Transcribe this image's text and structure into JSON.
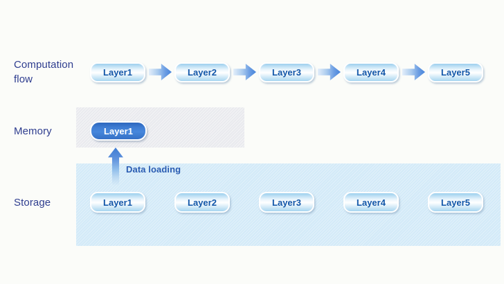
{
  "labels": {
    "computation_flow": "Computation flow",
    "memory": "Memory",
    "storage": "Storage",
    "data_loading": "Data loading"
  },
  "flow": {
    "layers": [
      "Layer1",
      "Layer2",
      "Layer3",
      "Layer4",
      "Layer5"
    ]
  },
  "memory": {
    "layers": [
      "Layer1"
    ]
  },
  "storage": {
    "layers": [
      "Layer1",
      "Layer2",
      "Layer3",
      "Layer4",
      "Layer5"
    ]
  },
  "colors": {
    "row_label_text": "#2e3d8f",
    "layer_box_text": "#1256a8",
    "memory_box_text": "#ffffff",
    "data_loading_text": "#2a5cb2",
    "arrow_blue": "#4583da",
    "layer_box_blue": "#9ccfee",
    "memory_box_blue": "#3c78ce",
    "memory_panel_bg": "#e9eaee",
    "storage_panel_bg": "#d3eaf8",
    "page_bg": "#fbfcf9"
  }
}
